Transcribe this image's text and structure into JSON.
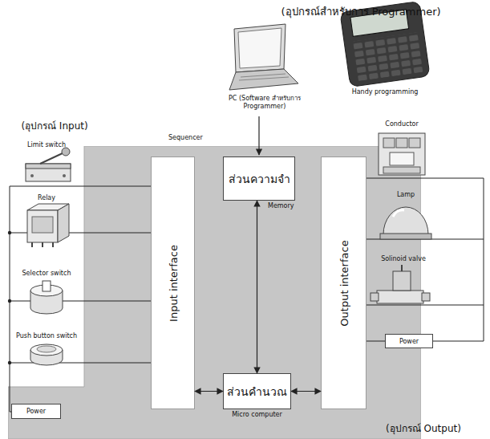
{
  "diagram": {
    "nodes": [
      {
        "text": [
          "Sequencer"
        ]
      },
      {
        "text": [
          "Input interface"
        ],
        "in": 0
      },
      {
        "text": [
          "ส่วนความจำ",
          "Memory"
        ],
        "in": 0
      },
      {
        "text": [
          "ส่วนคำนวณ",
          "Micro computer"
        ],
        "in": 0
      },
      {
        "text": [
          "Output interface"
        ],
        "in": 0
      },
      {
        "text": [
          "Power"
        ],
        "in": 0
      },
      {
        "text": [
          "Power"
        ]
      }
    ],
    "edges": [
      {
        "from": 2,
        "to": 3,
        "arrow": "both"
      },
      {
        "from": 1,
        "to": 3,
        "arrow": "both"
      },
      {
        "from": 3,
        "to": 4,
        "arrow": "both"
      }
    ],
    "labels": [
      "(อุปกรณ์สำหรับการ Programmer)",
      "PC (Software สำหรับการ Programmer)",
      "Handy programming",
      "(อุปกรณ์ Input)",
      "Limit switch",
      "Relay",
      "Selector switch",
      "Push button switch",
      "Conductor",
      "Lamp",
      "Solinoid valve",
      "(อุปกรณ์ Output)"
    ]
  }
}
